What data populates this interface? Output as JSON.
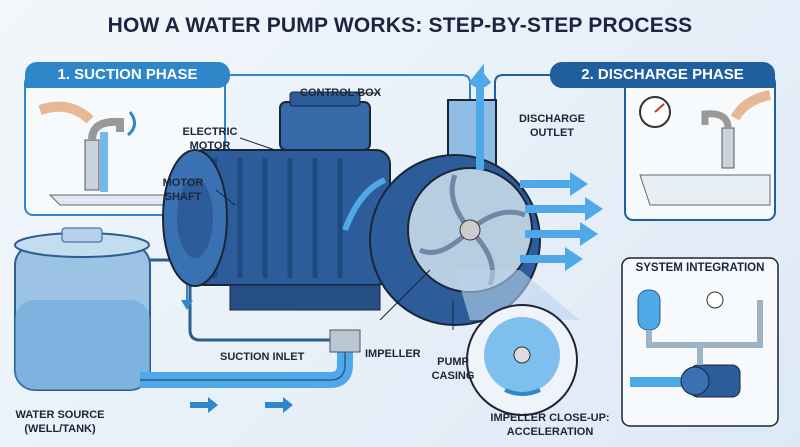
{
  "title": "HOW A WATER PUMP WORKS: STEP-BY-STEP PROCESS",
  "phases": [
    {
      "label": "1. SUCTION PHASE",
      "color": "#2f86c8"
    },
    {
      "label": "2. DISCHARGE PHASE",
      "color": "#1f5f9e"
    }
  ],
  "system_integration": {
    "title": "SYSTEM INTEGRATION"
  },
  "labels": {
    "control_box": "CONTROL BOX",
    "electric_motor": "ELECTRIC MOTOR",
    "motor_shaft": "MOTOR SHAFT",
    "discharge_outlet": "DISCHARGE OUTLET",
    "suction_inlet": "SUCTION INLET",
    "impeller": "IMPELLER",
    "pump_casing": "PUMP CASING",
    "impeller_closeup": "IMPELLER CLOSE-UP: ACCELERATION",
    "water_source": "WATER SOURCE (WELL/TANK)"
  },
  "colors": {
    "pump_body": "#2c5d9a",
    "water": "#4fa8e8",
    "outline": "#1c2538"
  }
}
